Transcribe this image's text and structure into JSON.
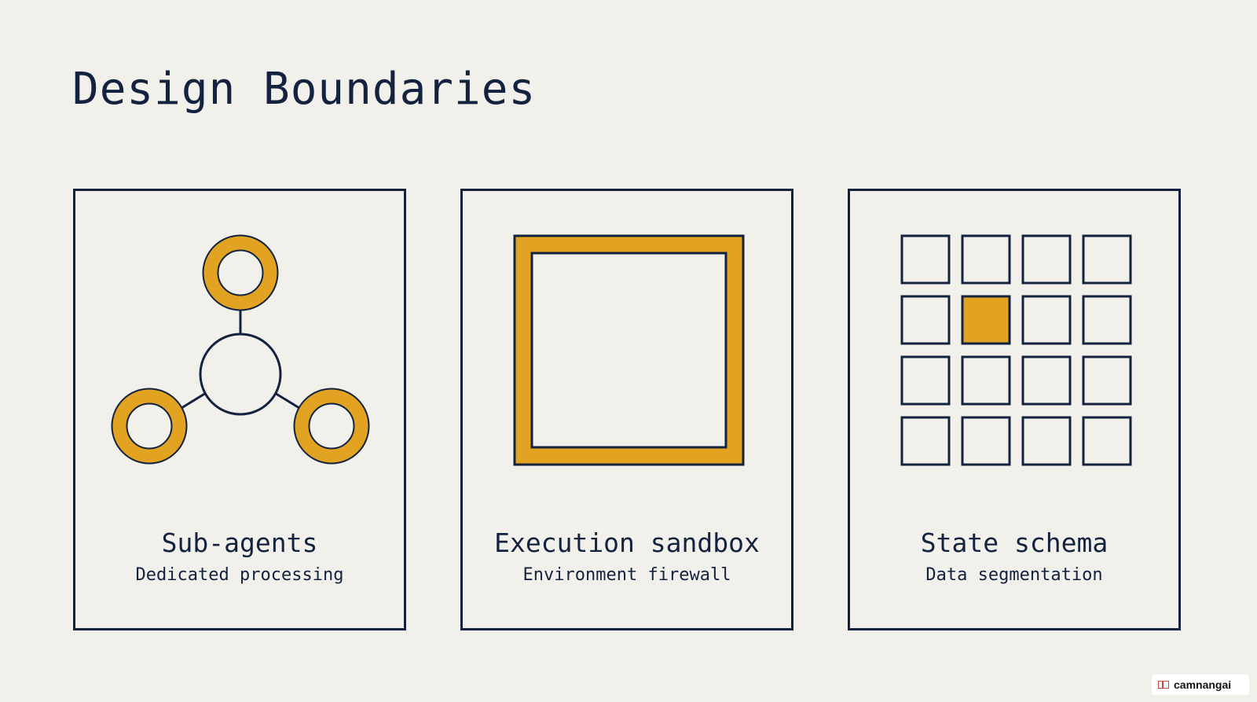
{
  "slide": {
    "title": "Design Boundaries"
  },
  "cards": [
    {
      "title": "Sub-agents",
      "subtitle": "Dedicated processing",
      "icon": "sub-agents-network-icon"
    },
    {
      "title": "Execution sandbox",
      "subtitle": "Environment firewall",
      "icon": "sandbox-square-icon"
    },
    {
      "title": "State schema",
      "subtitle": "Data segmentation",
      "icon": "state-grid-icon",
      "grid": {
        "rows": 4,
        "cols": 4,
        "highlighted": [
          [
            1,
            1
          ]
        ]
      }
    }
  ],
  "watermark": {
    "label": "camnangai",
    "icon": "book-icon"
  },
  "colors": {
    "background": "#f2f0ea",
    "navy": "#13233f",
    "accent": "#e3a322"
  }
}
